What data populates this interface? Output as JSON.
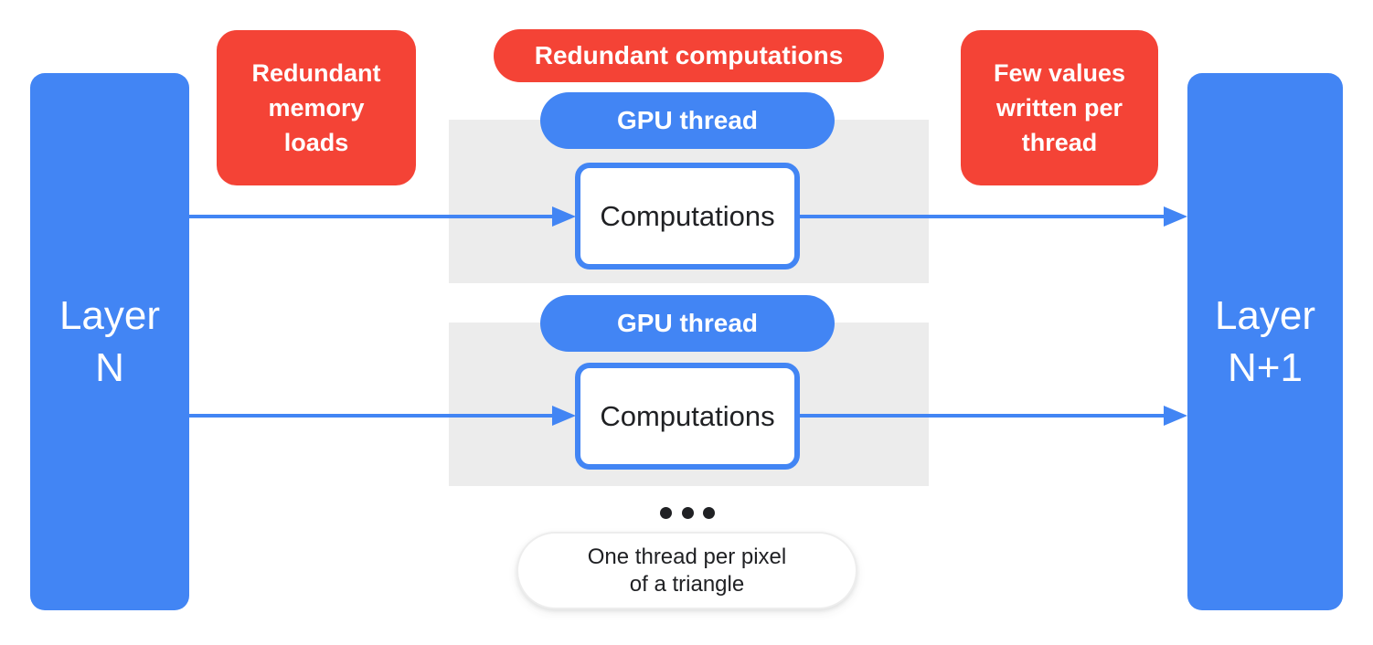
{
  "palette": {
    "blue": "#4285F4",
    "red": "#F44336",
    "gray_band": "#ECECEC",
    "dark_text": "#202124",
    "white": "#FFFFFF"
  },
  "layers": {
    "left": {
      "label": "Layer\nN"
    },
    "right": {
      "label": "Layer\nN+1"
    }
  },
  "annotations": {
    "memory": {
      "text": "Redundant\nmemory\nloads",
      "color": "#F44336"
    },
    "computations": {
      "text": "Redundant computations",
      "color": "#F44336"
    },
    "few_values": {
      "text": "Few values\nwritten per\nthread",
      "color": "#F44336"
    }
  },
  "threads": [
    {
      "pill_label": "GPU thread",
      "box_label": "Computations"
    },
    {
      "pill_label": "GPU thread",
      "box_label": "Computations"
    }
  ],
  "icons": {
    "ellipsis": "three-dots-more-threads"
  },
  "caption": {
    "text": "One thread per pixel\nof a triangle"
  }
}
